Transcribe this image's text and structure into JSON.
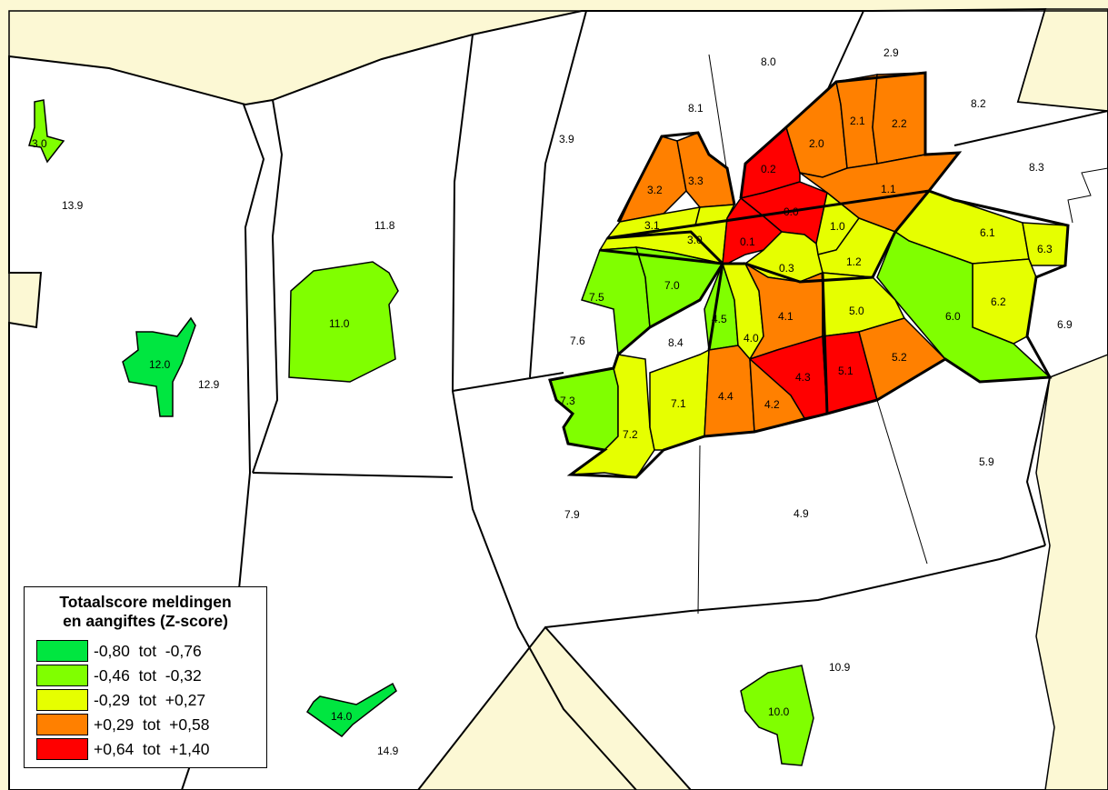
{
  "legend": {
    "title_line1": "Totaalscore meldingen",
    "title_line2": "en aangiftes (Z-score)",
    "classes": [
      {
        "label": "-0,80  tot  -0,76",
        "color": "#00e640"
      },
      {
        "label": "-0,46  tot  -0,32",
        "color": "#80ff00"
      },
      {
        "label": "-0,29  tot  +0,27",
        "color": "#e6ff00"
      },
      {
        "label": "+0,29  tot  +0,58",
        "color": "#ff8000"
      },
      {
        "label": "+0,64  tot  +1,40",
        "color": "#ff0000"
      }
    ]
  },
  "colors": {
    "background_land": "#fcf8d4",
    "no_data": "#ffffff",
    "border": "#000000"
  },
  "districts": [
    {
      "code": "3.0"
    },
    {
      "code": "13.9"
    },
    {
      "code": "11.8"
    },
    {
      "code": "11.0"
    },
    {
      "code": "12.0"
    },
    {
      "code": "12.9"
    },
    {
      "code": "3.9"
    },
    {
      "code": "8.0"
    },
    {
      "code": "2.9"
    },
    {
      "code": "8.1"
    },
    {
      "code": "8.2"
    },
    {
      "code": "8.3"
    },
    {
      "code": "2.0"
    },
    {
      "code": "2.1"
    },
    {
      "code": "2.2"
    },
    {
      "code": "0.2"
    },
    {
      "code": "0.0"
    },
    {
      "code": "3.2"
    },
    {
      "code": "3.3"
    },
    {
      "code": "3.1"
    },
    {
      "code": "3.0"
    },
    {
      "code": "0.1"
    },
    {
      "code": "1.1"
    },
    {
      "code": "1.0"
    },
    {
      "code": "6.1"
    },
    {
      "code": "6.3"
    },
    {
      "code": "0.3"
    },
    {
      "code": "1.2"
    },
    {
      "code": "7.5"
    },
    {
      "code": "7.0"
    },
    {
      "code": "4.5"
    },
    {
      "code": "4.1"
    },
    {
      "code": "5.0"
    },
    {
      "code": "6.0"
    },
    {
      "code": "6.2"
    },
    {
      "code": "6.9"
    },
    {
      "code": "7.6"
    },
    {
      "code": "8.4"
    },
    {
      "code": "4.0"
    },
    {
      "code": "4.3"
    },
    {
      "code": "5.1"
    },
    {
      "code": "5.2"
    },
    {
      "code": "7.3"
    },
    {
      "code": "7.1"
    },
    {
      "code": "4.4"
    },
    {
      "code": "4.2"
    },
    {
      "code": "7.2"
    },
    {
      "code": "5.9"
    },
    {
      "code": "7.9"
    },
    {
      "code": "4.9"
    },
    {
      "code": "10.9"
    },
    {
      "code": "10.0"
    },
    {
      "code": "14.0"
    },
    {
      "code": "14.9"
    }
  ]
}
